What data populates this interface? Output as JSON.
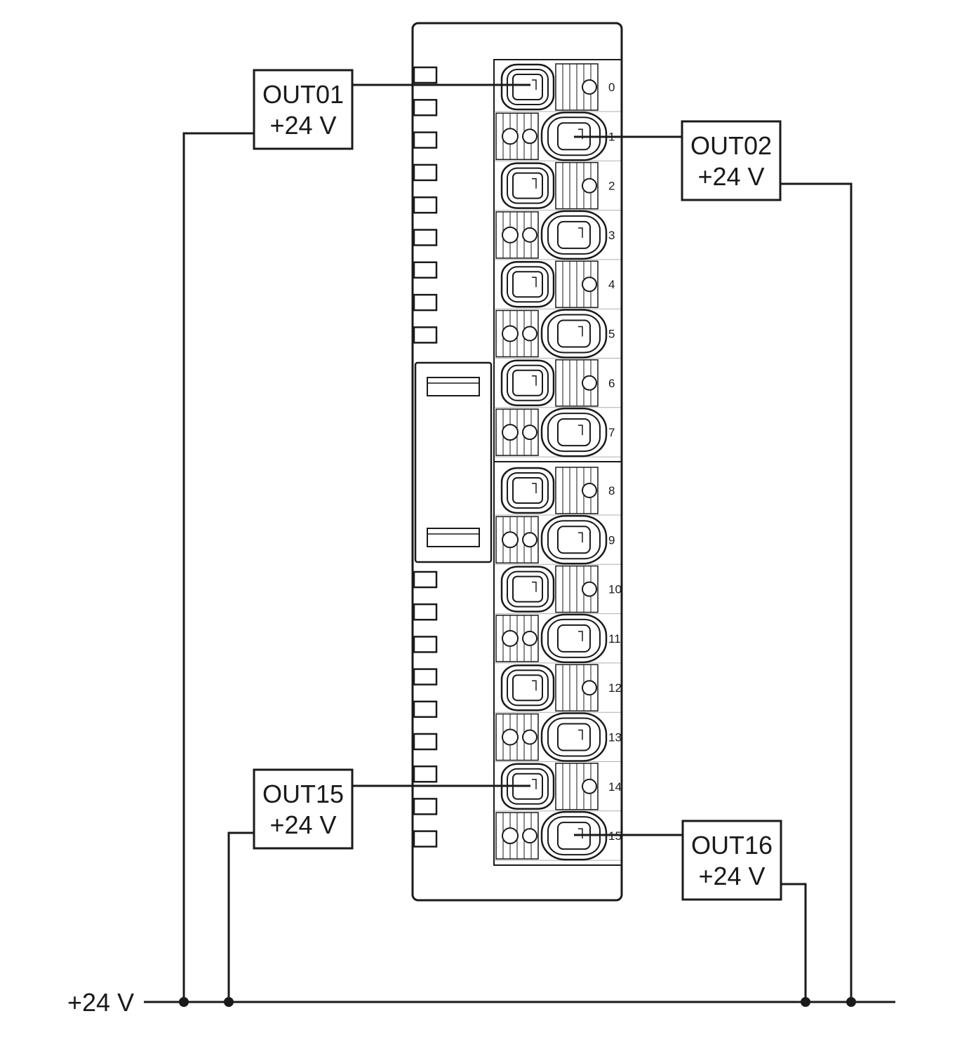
{
  "supply": {
    "rail_label": "+24 V"
  },
  "outputs": [
    {
      "id": "out01",
      "label": "OUT01",
      "voltage": "+24 V",
      "terminal": "0"
    },
    {
      "id": "out02",
      "label": "OUT02",
      "voltage": "+24 V",
      "terminal": "1"
    },
    {
      "id": "out15",
      "label": "OUT15",
      "voltage": "+24 V",
      "terminal": "14"
    },
    {
      "id": "out16",
      "label": "OUT16",
      "voltage": "+24 V",
      "terminal": "15"
    }
  ],
  "terminals": [
    "0",
    "1",
    "2",
    "3",
    "4",
    "5",
    "6",
    "7",
    "8",
    "9",
    "10",
    "11",
    "12",
    "13",
    "14",
    "15"
  ],
  "colors": {
    "line": "#1a1a1a",
    "background": "#ffffff"
  }
}
